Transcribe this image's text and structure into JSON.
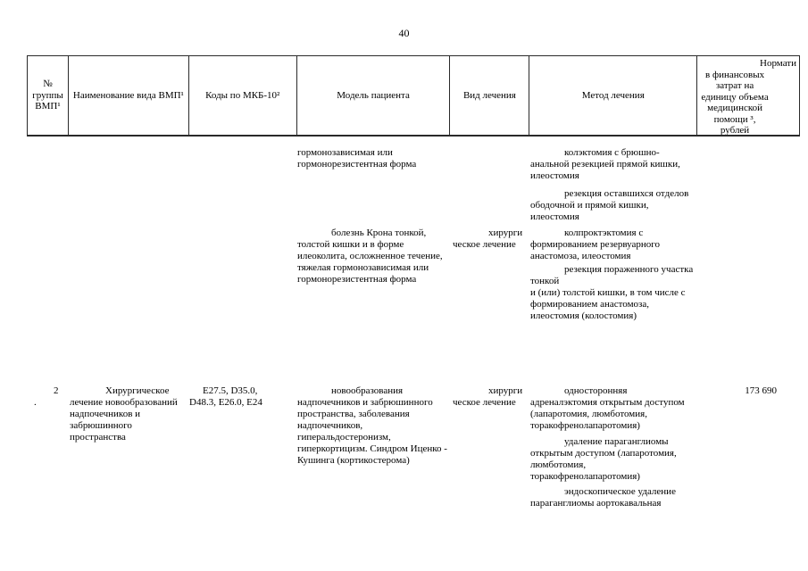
{
  "page_number": "40",
  "table": {
    "header": {
      "group_no": "№\nгруппы\nВМП¹",
      "vmp_name": "Наименование вида ВМП¹",
      "icd_codes": "Коды по МКБ-10²",
      "patient_model": "Модель пациента",
      "treatment_kind": "Вид лечения",
      "treatment_method": "Метод лечения",
      "tariff_line1": "Нормати",
      "tariff_rest": "в финансовых\nзатрат на\nединицу объема\nмедицинской\nпомощи ³,\nрублей"
    },
    "row1": {
      "patient_model_p1": "гормонозависимая или\nгормонорезистентная форма",
      "patient_model_p2": "болезнь Крона тонкой,\nтолстой кишки и в форме\nилеоколита, осложненное течение,\nтяжелая гормонозависимая или\nгормонорезистентная форма",
      "treatment_kind": "хирурги\nческое лечение",
      "method_p1": "колэктомия с брюшно-\nанальной резекцией прямой кишки,\nилеостомия",
      "method_p2": "резекция оставшихся отделов\nободочной и прямой кишки,\nилеостомия",
      "method_p3": "колпроктэктомия с\nформированием резервуарного\nанастомоза, илеостомия",
      "method_p4": "резекция пораженного участка\nтонкой\nи (или) толстой кишки, в том числе с\nформированием анастомоза,\nилеостомия (колостомия)"
    },
    "row2": {
      "group_no": "2\n.",
      "vmp_name": "Хирургическое\nлечение новообразований\nнадпочечников и\nзабрюшинного\nпространства",
      "icd_codes": "E27.5, D35.0,\nD48.3, E26.0, E24",
      "patient_model": "новообразования\nнадпочечников и забрюшинного\nпространства, заболевания\nнадпочечников,\nгиперальдостеронизм,\nгиперкортицизм. Синдром Иценко -\nКушинга (кортикостерома)",
      "treatment_kind": "хирурги\nческое лечение",
      "method_p1": "односторонняя\nадреналэктомия открытым доступом\n(лапаротомия, люмботомия,\nторакофренолапаротомия)",
      "method_p2": "удаление параганглиомы\nоткрытым доступом (лапаротомия,\nлюмботомия,\nторакофренолапаротомия)",
      "method_p3": "эндоскопическое удаление\nпараганглиомы аортокавальная",
      "tariff": "173 690"
    }
  }
}
